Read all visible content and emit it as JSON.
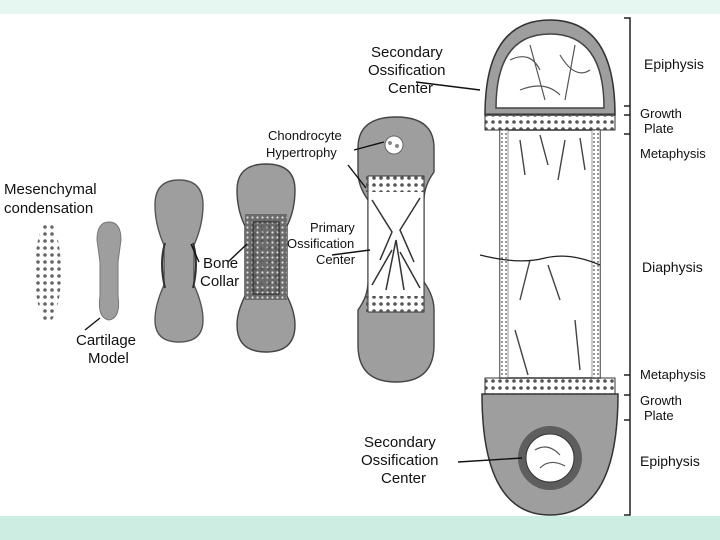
{
  "labels": {
    "mesenchymal_1": "Mesenchymal",
    "mesenchymal_2": "condensation",
    "cartilage_1": "Cartilage",
    "cartilage_2": "Model",
    "bone_1": "Bone",
    "bone_2": "Collar",
    "chondro_1": "Chondrocyte",
    "chondro_2": "Hypertrophy",
    "primary_1": "Primary",
    "primary_2": "Ossification",
    "primary_3": "Center",
    "sec_top_1": "Secondary",
    "sec_top_2": "Ossification",
    "sec_top_3": "Center",
    "sec_bot_1": "Secondary",
    "sec_bot_2": "Ossification",
    "sec_bot_3": "Center"
  },
  "regions": {
    "epiphysis_top": "Epiphysis",
    "growth_top_1": "Growth",
    "growth_top_2": "Plate",
    "metaphysis_top": "Metaphysis",
    "diaphysis": "Diaphysis",
    "metaphysis_bot": "Metaphysis",
    "growth_bot_1": "Growth",
    "growth_bot_2": "Plate",
    "epiphysis_bot": "Epiphysis"
  },
  "colors": {
    "cartilage": "#9e9e9e",
    "bone_dark": "#555555",
    "background": "#ffffff",
    "frame_band": "#cdece2"
  }
}
